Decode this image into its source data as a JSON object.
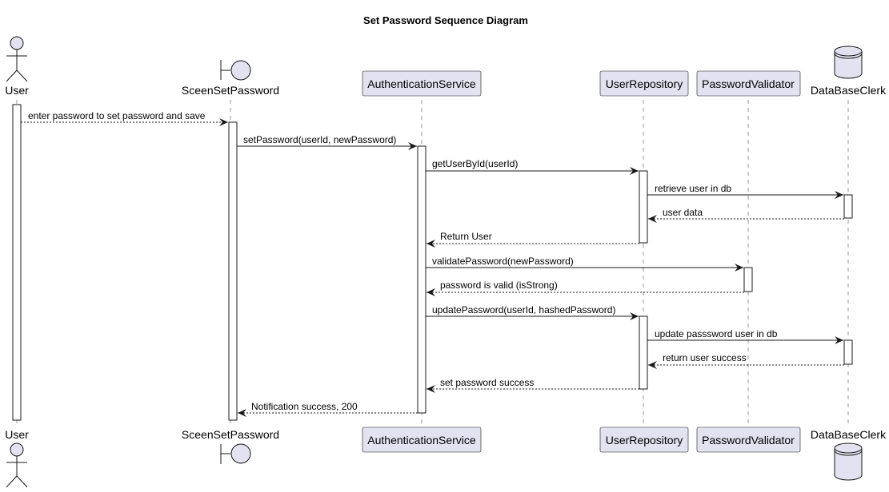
{
  "title": "Set Password Sequence Diagram",
  "participants": [
    {
      "id": "user",
      "label": "User",
      "kind": "actor"
    },
    {
      "id": "screen",
      "label": "SceenSetPassword",
      "kind": "boundary"
    },
    {
      "id": "auth",
      "label": "AuthenticationService",
      "kind": "participant"
    },
    {
      "id": "repo",
      "label": "UserRepository",
      "kind": "participant"
    },
    {
      "id": "validator",
      "label": "PasswordValidator",
      "kind": "participant"
    },
    {
      "id": "db",
      "label": "DataBaseClerk",
      "kind": "database"
    }
  ],
  "messages": [
    {
      "from": "user",
      "to": "screen",
      "label": "enter password to set password and save",
      "style": "dashed"
    },
    {
      "from": "screen",
      "to": "auth",
      "label": "setPassword(userId, newPassword)",
      "style": "solid"
    },
    {
      "from": "auth",
      "to": "repo",
      "label": "getUserById(userId)",
      "style": "solid"
    },
    {
      "from": "repo",
      "to": "db",
      "label": "retrieve user in db",
      "style": "solid"
    },
    {
      "from": "db",
      "to": "repo",
      "label": "user data",
      "style": "dashed"
    },
    {
      "from": "repo",
      "to": "auth",
      "label": "Return User",
      "style": "dashed"
    },
    {
      "from": "auth",
      "to": "validator",
      "label": "validatePassword(newPassword)",
      "style": "solid"
    },
    {
      "from": "validator",
      "to": "auth",
      "label": "password is valid (isStrong)",
      "style": "dashed"
    },
    {
      "from": "auth",
      "to": "repo",
      "label": "updatePassword(userId, hashedPassword)",
      "style": "solid"
    },
    {
      "from": "repo",
      "to": "db",
      "label": "update passsword user in db",
      "style": "solid"
    },
    {
      "from": "db",
      "to": "repo",
      "label": "return user success",
      "style": "dashed"
    },
    {
      "from": "repo",
      "to": "auth",
      "label": "set password success",
      "style": "dashed"
    },
    {
      "from": "auth",
      "to": "screen",
      "label": "Notification success, 200",
      "style": "dashed"
    }
  ],
  "colors": {
    "participant_fill": "#E2E2F0",
    "border": "#181818",
    "lifeline": "#999999"
  }
}
